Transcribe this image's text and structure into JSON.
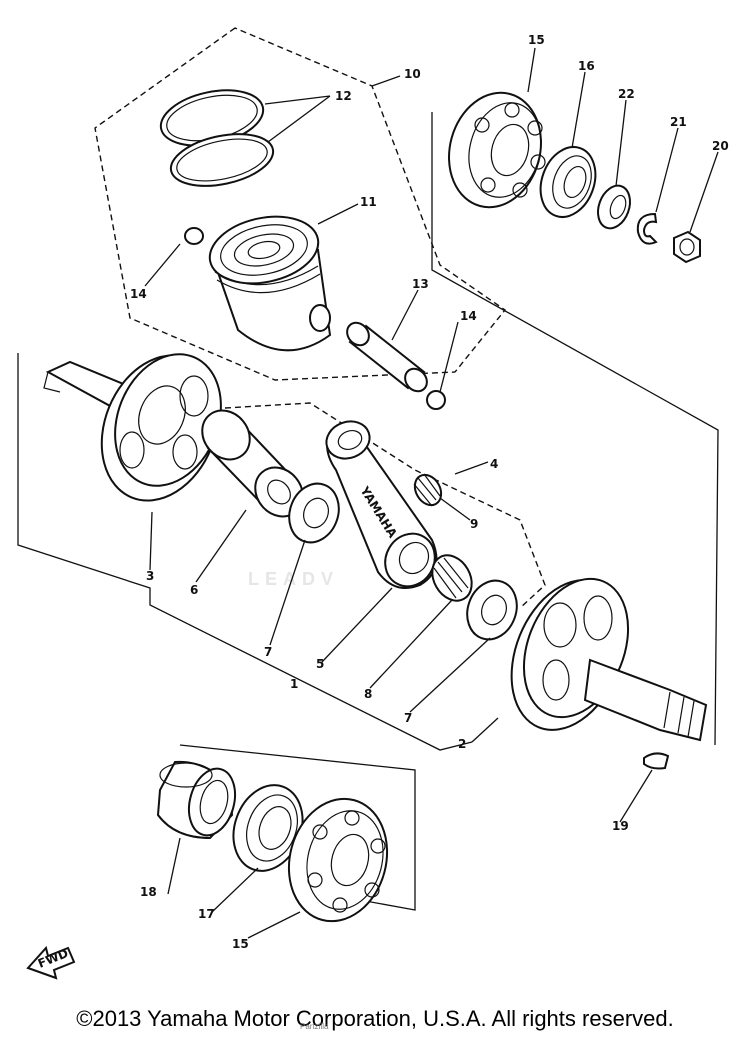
{
  "diagram": {
    "watermark": "LEADV",
    "stamp_text": "YAMAHA",
    "fwd_label": "FWD",
    "callouts": [
      "1",
      "2",
      "3",
      "4",
      "5",
      "6",
      "7",
      "7",
      "8",
      "9",
      "10",
      "11",
      "12",
      "13",
      "14",
      "14",
      "15",
      "15",
      "16",
      "17",
      "18",
      "19",
      "20",
      "21",
      "22"
    ]
  },
  "footer": {
    "copyright": "©2013 Yamaha Motor Corporation, U.S.A. All rights reserved.",
    "credit": "Partzilla"
  }
}
